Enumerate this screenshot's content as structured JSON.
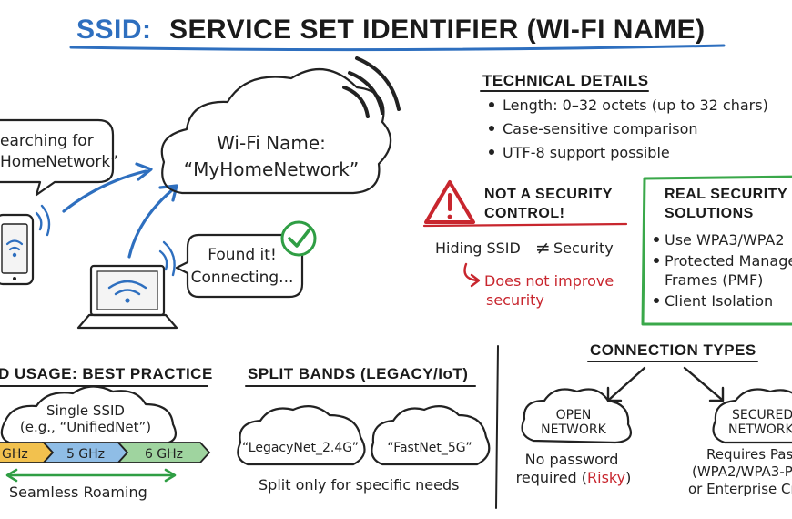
{
  "title": {
    "prefix": "SSID:",
    "main": "SERVICE SET IDENTIFIER (WI-FI NAME)"
  },
  "client_bubble": {
    "line1": "earching for",
    "line2": "HomeNetwork”"
  },
  "cloud_main": {
    "line1": "Wi-Fi Name:",
    "line2": "“MyHomeNetwork”"
  },
  "found_bubble": {
    "line1": "Found it!",
    "line2": "Connecting..."
  },
  "technical": {
    "heading": "TECHNICAL DETAILS",
    "items": [
      "Length: 0–32 octets (up to 32 chars)",
      "Case-sensitive comparison",
      "UTF-8 support possible"
    ]
  },
  "not_security": {
    "heading_line1": "NOT A SECURITY",
    "heading_line2": "CONTROL!",
    "hiding_left": "Hiding SSID",
    "neq": "≠",
    "hiding_right": "Security",
    "note_line1": "Does not improve",
    "note_line2": "security"
  },
  "real_security": {
    "heading_line1": "REAL SECURITY",
    "heading_line2": "SOLUTIONS",
    "items": [
      "Use WPA3/WPA2",
      "Protected Manage",
      "Frames (PMF)",
      "Client Isolation"
    ]
  },
  "usage": {
    "heading": "D USAGE: BEST PRACTICE",
    "cloud_line1": "Single SSID",
    "cloud_line2": "(e.g., “UnifiedNet”)",
    "bands": [
      "GHz",
      "5 GHz",
      "6 GHz"
    ],
    "roaming": "Seamless Roaming",
    "colors": [
      "#f2c14e",
      "#8fbde6",
      "#9fd49f"
    ]
  },
  "split": {
    "heading": "SPLIT BANDS (LEGACY/IoT)",
    "cloud_left": "“LegacyNet_2.4G”",
    "cloud_right": "“FastNet_5G”",
    "caption": "Split only for specific needs"
  },
  "connection": {
    "heading": "CONNECTION TYPES",
    "open_line1": "OPEN",
    "open_line2": "NETWORK",
    "open_desc_line1": "No password",
    "open_desc_line2_a": "required (",
    "open_desc_risky": "Risky",
    "open_desc_line2_b": ")",
    "secured_line1": "SECURED",
    "secured_line2": "NETWORK",
    "secured_desc_line1": "Requires Pass",
    "secured_desc_line2": "(WPA2/WPA3-P",
    "secured_desc_line3": "or Enterprise Cre"
  },
  "colors": {
    "accent_blue": "#2e6fbf",
    "alert_red": "#c8262e",
    "check_green": "#2f9e44",
    "box_green": "#3aa84a"
  }
}
